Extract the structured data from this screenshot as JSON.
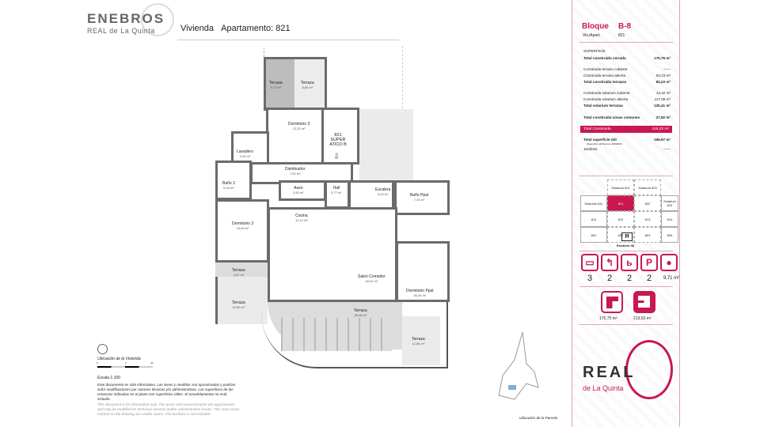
{
  "brand": {
    "name": "ENEBROS",
    "sub": "REAL de La Quinta"
  },
  "header": {
    "type": "Vivienda",
    "label": "Apartamento:",
    "number": "821"
  },
  "rooms": [
    {
      "name": "Terraza",
      "area": "5,73 m²"
    },
    {
      "name": "Terraza",
      "area": "6,80 m²"
    },
    {
      "name": "Dormitorio 3",
      "area": "12,32 m²"
    },
    {
      "name": "Lavadero",
      "area": "4,26 m²"
    },
    {
      "name": "821 SUPER ATICO B",
      "area": ""
    },
    {
      "name": "Distribuidor",
      "area": "7,62 m²"
    },
    {
      "name": "Baño 2",
      "area": "5,30 m²"
    },
    {
      "name": "Aseo",
      "area": "2,83 m²"
    },
    {
      "name": "Hall",
      "area": "5,77 m²"
    },
    {
      "name": "Escalera",
      "area": "5,33 m²"
    },
    {
      "name": "Baño Ppal",
      "area": "7,43 m²"
    },
    {
      "name": "Cocina",
      "area": "10,12 m²"
    },
    {
      "name": "Dormitorio 2",
      "area": "13,83 m²"
    },
    {
      "name": "Salon Comedor",
      "area": "40,20 m²"
    },
    {
      "name": "Dormitorio Ppal",
      "area": "25,40 m²"
    },
    {
      "name": "Terraza",
      "area": "4,07 m²"
    },
    {
      "name": "Terraza",
      "area": "10,60 m²"
    },
    {
      "name": "Terraza",
      "area": "36,48 m²"
    },
    {
      "name": "Terraza",
      "area": "12,86 m²"
    }
  ],
  "left_notes": {
    "location_label": "Ubicación de la Vivienda",
    "scale_ticks": [
      "0",
      "2",
      "4m"
    ],
    "scale": "Escala 1:100",
    "disclaimer_es": "Este documento es sólo informativo. Las áreas y medidas son aproximadas y podrían sufrir modificaciones por razones técnicas y/o administrativas. Las superficies de las estancias indicadas en el plano son superficies útiles. El amueblamiento no está incluido.",
    "disclaimer_en": "This document is for information only. The areas and measurements are approximate and may be modified for technical reasons and/or administrative issues. The room areas marked on the drawing are usable space. The furniture is not included."
  },
  "parcel_label": "Ubicación de la Parcela",
  "bottom_logo": {
    "main": "REAL",
    "sub": "de La Quinta"
  },
  "panel": {
    "bloque_label": "Bloque",
    "bloque": "B-8",
    "viv_label": "Viv./Apart.",
    "viv": "821",
    "superficie": "SUPERFICIE",
    "rows": [
      {
        "l": "Total construido cerrada",
        "v": "176,75 m²",
        "bold": true
      },
      {
        "l": "Construida terraza cubierta",
        "v": "——"
      },
      {
        "l": "Construida terraza abierta",
        "v": "83,23 m²"
      },
      {
        "l": "Total construida terrazas",
        "v": "83,23 m²",
        "bold": true
      },
      {
        "l": "Construida solarium cubierta",
        "v": "13,32 m²"
      },
      {
        "l": "Construida solarium abierta",
        "v": "117,09 m²"
      },
      {
        "l": "Total solarium terrazas",
        "v": "130,41 m²",
        "bold": true
      },
      {
        "l": "Total construida zonas comunes",
        "v": "27,82 m²",
        "bold": true
      }
    ],
    "total_label": "Total Construida",
    "total": "418,22 m²",
    "util_label": "Total superficie útil",
    "util": "166,67 m²",
    "util_note": "(Superficie útil Decreto 218/2005)",
    "jardines_label": "Jardines",
    "jardines": "——",
    "grid": [
      [
        "",
        "Solarium 821",
        "Solarium 823",
        ""
      ],
      [
        "Solarium 811",
        "821",
        "822",
        "Solarium 814"
      ],
      [
        "811",
        "812",
        "813",
        "814"
      ],
      [
        "801",
        "802",
        "803",
        "804"
      ]
    ],
    "escalera": "Escalera 08",
    "features": [
      {
        "icon": "bed-icon",
        "v": "3"
      },
      {
        "icon": "shower-icon",
        "v": "2"
      },
      {
        "icon": "toilet-icon",
        "v": "2"
      },
      {
        "icon": "parking-icon",
        "v": "2"
      },
      {
        "icon": "pool-icon",
        "v": "9,71 m²"
      }
    ],
    "areas": [
      {
        "icon": "built-area-icon",
        "v": "176,75 m²"
      },
      {
        "icon": "total-area-icon",
        "v": "213,63 m²"
      }
    ],
    "accent": "#c8184f"
  }
}
